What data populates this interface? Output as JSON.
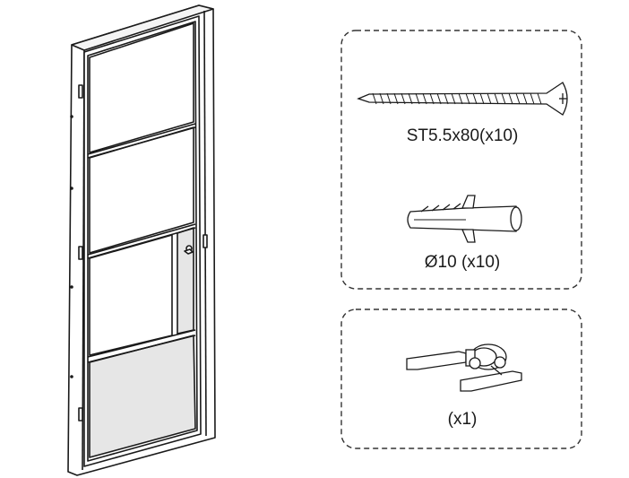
{
  "parts": {
    "screw": {
      "label": "ST5.5x80(x10)"
    },
    "anchor": {
      "label": "Ø10 (x10)"
    },
    "handle": {
      "label": "(x1)"
    }
  },
  "colors": {
    "line": "#1a1a1a",
    "glass_fill": "#e6e6e6",
    "frame_fill": "#ffffff",
    "dash": "#333333"
  }
}
